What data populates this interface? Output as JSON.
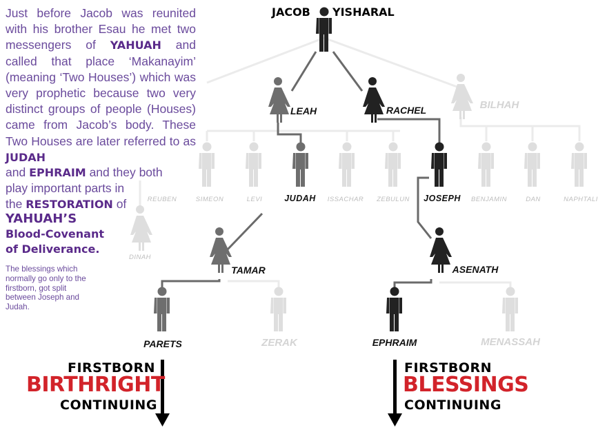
{
  "intro": {
    "p1": "Just before Jacob was reunited with his brother Esau he met two messengers of",
    "yahuah": "YAHUAH",
    "p2": "and called that place ‘Makanayim’ (meaning ‘Two Houses’) which was very prophetic because two very distinct groups of people (Houses) came from Jacob’s body. These Two Houses are later referred to as",
    "judah": "JUDAH",
    "line_and": "and",
    "ephraim": "EPHRAIM",
    "line_tail1": "and they both",
    "line2": "play important parts in",
    "line3_pre": "the",
    "restoration": "RESTORATION",
    "line3_post": "of",
    "yahuahs": "YAHUAH’S",
    "covenant1": "Blood-Covenant",
    "covenant2": "of Deliverance."
  },
  "note": "The blessings which normally go only to the firstborn, got split between Joseph and Judah.",
  "names": {
    "jacob": "JACOB",
    "yisharal": "YISHARAL",
    "leah": "LEAH",
    "rachel": "RACHEL",
    "bilhah": "BILHAH",
    "dinah": "DINAH",
    "reuben": "REUBEN",
    "simeon": "SIMEON",
    "levi": "LEVI",
    "judah": "JUDAH",
    "issachar": "ISSACHAR",
    "zebulun": "ZEBULUN",
    "joseph": "JOSEPH",
    "benjamin": "BENJAMIN",
    "dan": "DAN",
    "naphtali": "NAPHTALI",
    "tamar": "TAMAR",
    "asenath": "ASENATH",
    "parets": "PARETS",
    "zerak": "ZERAK",
    "ephraim": "EPHRAIM",
    "menassah": "MENASSAH"
  },
  "left_banner": {
    "top": "FIRSTBORN",
    "mid": "BIRTHRIGHT",
    "bottom": "CONTINUING"
  },
  "right_banner": {
    "top": "FIRSTBORN",
    "mid": "BLESSINGS",
    "bottom": "CONTINUING"
  },
  "colors": {
    "highlight": "#5a2a8a",
    "body_text": "#6a4a9c",
    "red": "#d2232a",
    "figure_dark": "#222222",
    "figure_mid": "#6e6e6e",
    "figure_faint": "#dedede"
  }
}
